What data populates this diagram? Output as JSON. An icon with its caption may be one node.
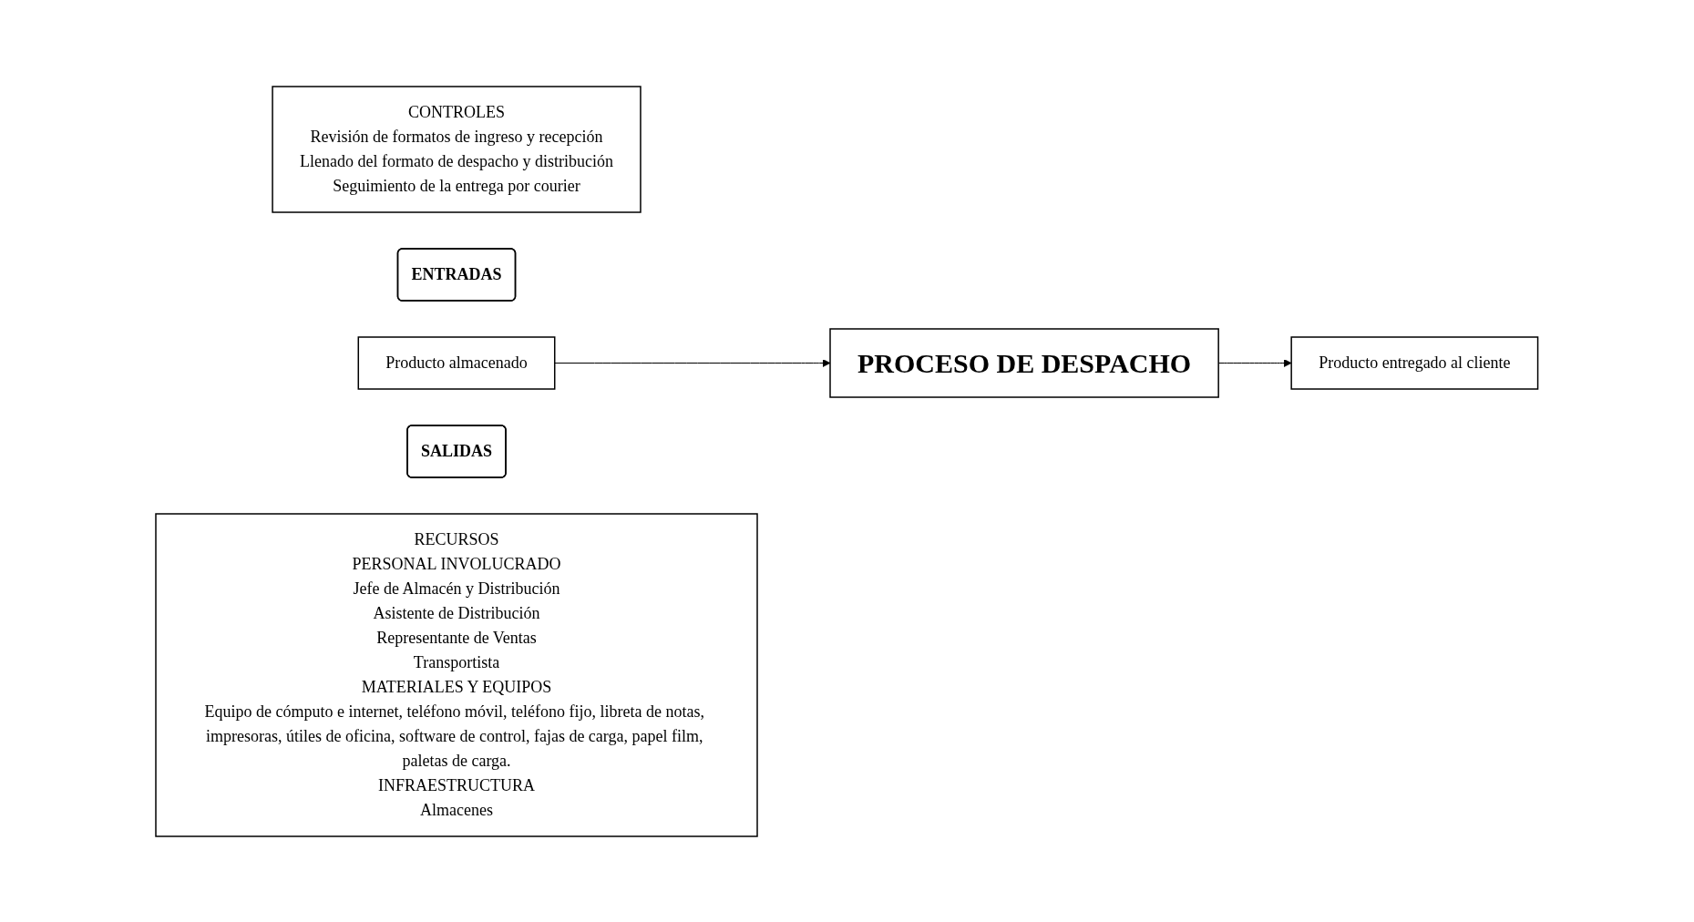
{
  "diagram": {
    "nodes": [
      {
        "text": [
          "CONTROLES",
          "Revisión de formatos de ingreso y recepción",
          "Llenado del formato de despacho y distribución",
          "Seguimiento de la entrega por courier"
        ]
      },
      {
        "text": [
          "ENTRADAS"
        ]
      },
      {
        "text": [
          "Producto almacenado"
        ]
      },
      {
        "text": [
          "PROCESO DE DESPACHO"
        ]
      },
      {
        "text": [
          "SALIDAS"
        ]
      },
      {
        "text": [
          "Producto entregado al cliente"
        ]
      },
      {
        "text": [
          "RECURSOS",
          "PERSONAL INVOLUCRADO",
          "Jefe de Almacén y Distribución",
          "Asistente de Distribución",
          "Representante de Ventas",
          "Transportista",
          "MATERIALES Y EQUIPOS",
          "Equipo de cómputo e internet, teléfono móvil, teléfono fijo, libreta de notas, impresoras, útiles de oficina, software de control, fajas de carga, papel film, paletas de carga.",
          "INFRAESTRUCTURA",
          "Almacenes"
        ]
      }
    ],
    "edges": [
      {
        "from": 2,
        "to": 3,
        "arrow": "to"
      },
      {
        "from": 3,
        "to": 5,
        "arrow": "to"
      }
    ]
  }
}
